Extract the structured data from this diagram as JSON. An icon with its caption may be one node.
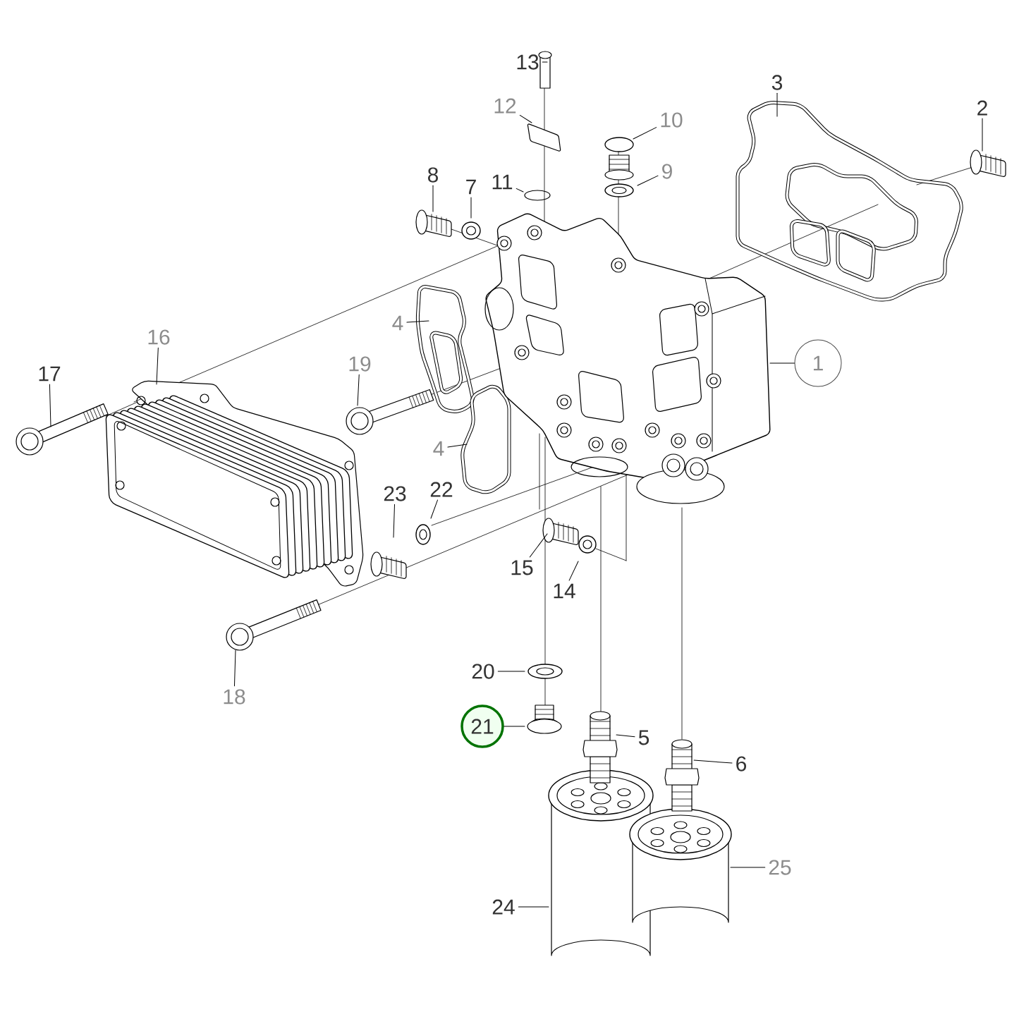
{
  "diagram": {
    "nodes": [
      {
        "text": [
          "13"
        ]
      },
      {
        "text": [
          "12"
        ]
      },
      {
        "text": [
          "10"
        ]
      },
      {
        "text": [
          "3"
        ]
      },
      {
        "text": [
          "2"
        ]
      },
      {
        "text": [
          "9"
        ]
      },
      {
        "text": [
          "11"
        ]
      },
      {
        "text": [
          "8"
        ]
      },
      {
        "text": [
          "7"
        ]
      },
      {
        "text": [
          "4"
        ]
      },
      {
        "text": [
          "16"
        ]
      },
      {
        "text": [
          "19"
        ]
      },
      {
        "text": [
          "17"
        ]
      },
      {
        "text": [
          "1"
        ]
      },
      {
        "text": [
          "4"
        ]
      },
      {
        "text": [
          "23"
        ]
      },
      {
        "text": [
          "22"
        ]
      },
      {
        "text": [
          "15"
        ]
      },
      {
        "text": [
          "14"
        ]
      },
      {
        "text": [
          "20"
        ]
      },
      {
        "text": [
          "18"
        ]
      },
      {
        "text": [
          "21"
        ]
      },
      {
        "text": [
          "5"
        ]
      },
      {
        "text": [
          "6"
        ]
      },
      {
        "text": [
          "25"
        ]
      },
      {
        "text": [
          "24"
        ]
      }
    ],
    "edges": [
      {
        "from": 0,
        "to": null,
        "arrow": "none"
      },
      {
        "from": 1,
        "to": null,
        "arrow": "none"
      },
      {
        "from": 2,
        "to": null,
        "arrow": "none"
      },
      {
        "from": 3,
        "to": null,
        "arrow": "none"
      },
      {
        "from": 4,
        "to": null,
        "arrow": "none"
      },
      {
        "from": 5,
        "to": null,
        "arrow": "none"
      },
      {
        "from": 6,
        "to": null,
        "arrow": "none"
      },
      {
        "from": 7,
        "to": null,
        "arrow": "none"
      },
      {
        "from": 8,
        "to": null,
        "arrow": "none"
      },
      {
        "from": 9,
        "to": null,
        "arrow": "none"
      },
      {
        "from": 10,
        "to": null,
        "arrow": "none"
      },
      {
        "from": 11,
        "to": null,
        "arrow": "none"
      },
      {
        "from": 12,
        "to": null,
        "arrow": "none"
      },
      {
        "from": 13,
        "to": null,
        "arrow": "none"
      },
      {
        "from": 14,
        "to": null,
        "arrow": "none"
      },
      {
        "from": 15,
        "to": null,
        "arrow": "none"
      },
      {
        "from": 16,
        "to": null,
        "arrow": "none"
      },
      {
        "from": 17,
        "to": null,
        "arrow": "none"
      },
      {
        "from": 18,
        "to": null,
        "arrow": "none"
      },
      {
        "from": 19,
        "to": null,
        "arrow": "none"
      },
      {
        "from": 20,
        "to": null,
        "arrow": "none"
      },
      {
        "from": 21,
        "to": null,
        "arrow": "none"
      },
      {
        "from": 22,
        "to": null,
        "arrow": "none"
      },
      {
        "from": 23,
        "to": null,
        "arrow": "none"
      },
      {
        "from": 24,
        "to": null,
        "arrow": "none"
      },
      {
        "from": 25,
        "to": null,
        "arrow": "none"
      }
    ]
  }
}
